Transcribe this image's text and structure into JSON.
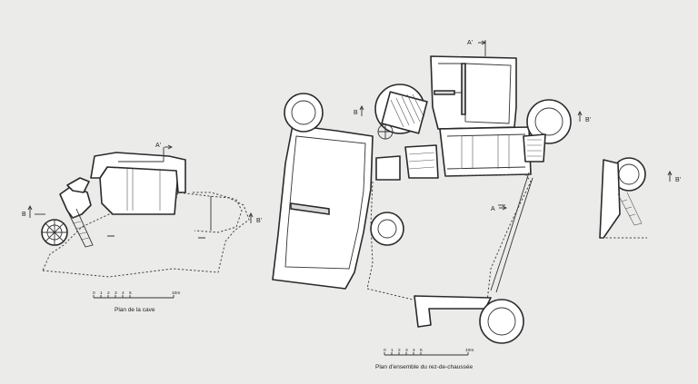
{
  "captions": {
    "cellar": "Plan de la cave",
    "ground_floor": "Plan d'ensemble du rez-de-chaussée"
  },
  "scale_bar": {
    "ticks": [
      "0",
      "1",
      "2",
      "3",
      "4",
      "5"
    ],
    "end_label": "10m"
  },
  "section_marks": {
    "a": "A",
    "a_prime": "A'",
    "b": "B",
    "b_prime": "B'"
  }
}
